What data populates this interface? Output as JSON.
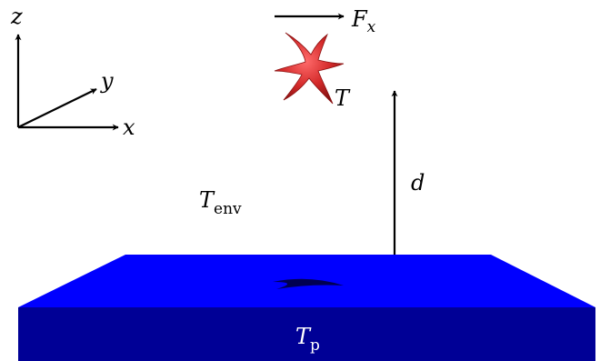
{
  "axes": {
    "z_label": "z",
    "y_label": "y",
    "x_label": "x"
  },
  "force": {
    "symbol": "F",
    "subscript": "x"
  },
  "particle": {
    "label": "T",
    "color": "#d42a2a"
  },
  "distance": {
    "label": "d"
  },
  "environment": {
    "symbol": "T",
    "subscript": "env"
  },
  "plate": {
    "symbol": "T",
    "subscript": "p",
    "top_color": "#0000ff",
    "front_color": "#000096"
  }
}
